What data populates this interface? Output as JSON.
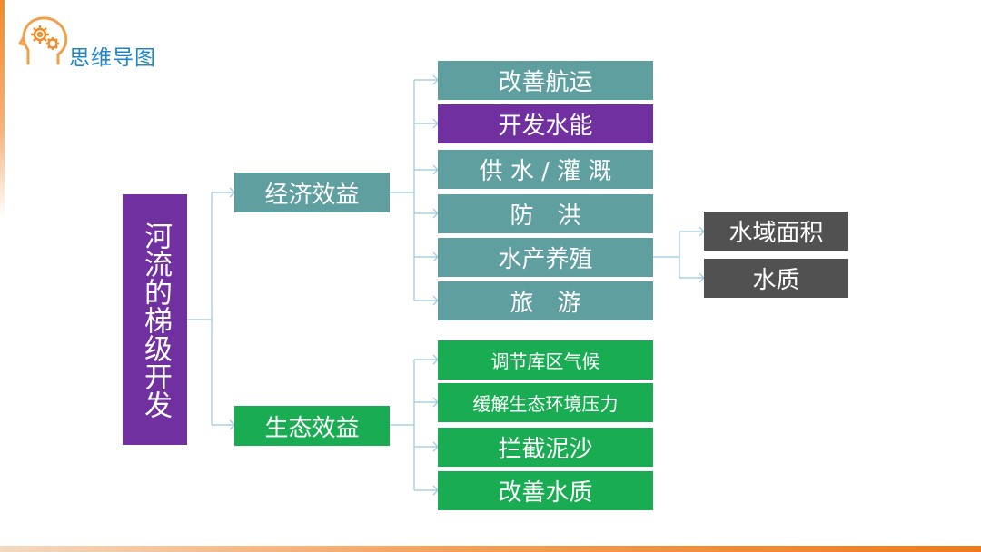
{
  "header": {
    "logo_text": "思维导图"
  },
  "diagram": {
    "root": "河流的梯级开发",
    "branches": [
      {
        "label": "经济效益",
        "children": [
          {
            "label": "改善航运"
          },
          {
            "label": "开发水能"
          },
          {
            "label": "供 水 / 灌 溉"
          },
          {
            "label": "防　洪"
          },
          {
            "label": "水产养殖",
            "children": [
              {
                "label": "水域面积"
              },
              {
                "label": "水质"
              }
            ]
          },
          {
            "label": "旅　游"
          }
        ]
      },
      {
        "label": "生态效益",
        "children": [
          {
            "label": "调节库区气候"
          },
          {
            "label": "缓解生态环境压力"
          },
          {
            "label": "拦截泥沙"
          },
          {
            "label": "改善水质"
          }
        ]
      }
    ]
  },
  "colors": {
    "teal": "#5f9fa0",
    "purple": "#7030a0",
    "green": "#1aac52",
    "gray": "#515151",
    "connector": "#9cc6dc",
    "logo": "#1f86c8",
    "accent_orange": "#ef7a1e"
  }
}
